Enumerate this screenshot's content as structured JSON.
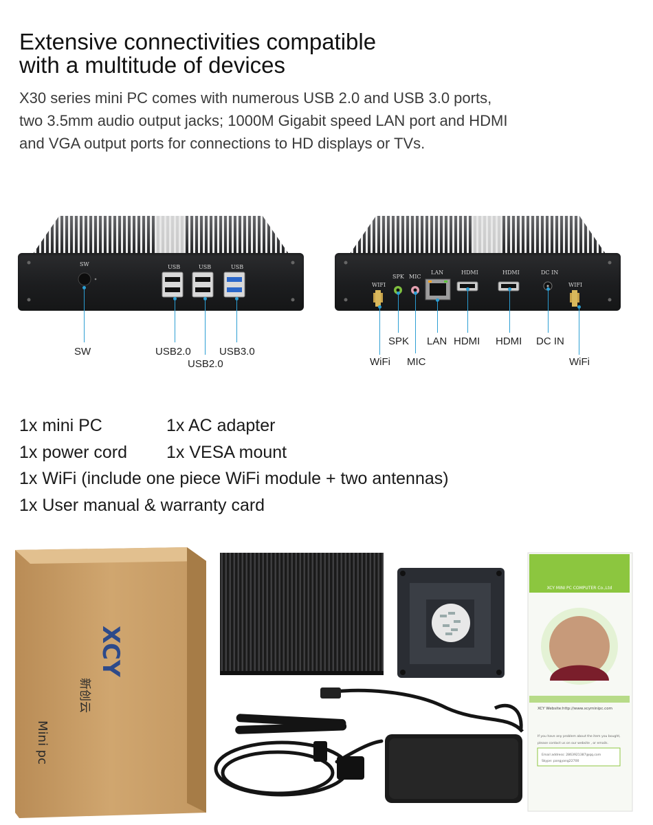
{
  "headline": {
    "line1": "Extensive connectivities compatible",
    "line2": "with a multitude of devices"
  },
  "description": {
    "line1": "X30 series mini PC comes with numerous USB 2.0 and USB 3.0 ports,",
    "line2": "two 3.5mm audio output jacks; 1000M Gigabit speed LAN port and HDMI",
    "line3": "and VGA output ports for connections to HD displays or TVs."
  },
  "front_panel": {
    "port_labels": {
      "sw": "SW",
      "usb1": "USB",
      "usb2": "USB",
      "usb3": "USB"
    },
    "callouts": {
      "sw": "SW",
      "usb_a": "USB2.0",
      "usb_b": "USB2.0",
      "usb_c": "USB3.0"
    }
  },
  "rear_panel": {
    "port_labels": {
      "wifi_l": "WIFI",
      "spk": "SPK",
      "mic": "MIC",
      "lan": "LAN",
      "hdmi1": "HDMI",
      "hdmi2": "HDMI",
      "dcin": "DC IN",
      "wifi_r": "WIFI"
    },
    "callouts": {
      "wifi_l": "WiFi",
      "spk": "SPK",
      "mic": "MIC",
      "lan": "LAN",
      "hdmi1": "HDMI",
      "hdmi2": "HDMI",
      "dcin": "DC IN",
      "wifi_r": "WiFi"
    }
  },
  "package": {
    "r1c1": "1x mini PC",
    "r1c2": "1x AC adapter",
    "r2c1": "1x power cord",
    "r2c2": "1x VESA mount",
    "r3": "1x WiFi (include one piece WiFi module + two antennas)",
    "r4": "1x User manual & warranty card"
  },
  "box": {
    "brand_cn": "新创云",
    "label": "Mini pc"
  },
  "manual": {
    "header": "XCY MINI PC COMPUTER Co.,Ltd",
    "website": "XCY Website:http://www.xcyminipc.com",
    "note1": "If you have any problem about the item you bought,",
    "note2": "please contact us on our website , or emails.",
    "email": "Email address: 2863921387@qq.com",
    "skype": "Skype: pangyang22700"
  },
  "colors": {
    "accent": "#2c9ed3",
    "box": "#c9a06a",
    "manual_green": "#8cc63f"
  }
}
